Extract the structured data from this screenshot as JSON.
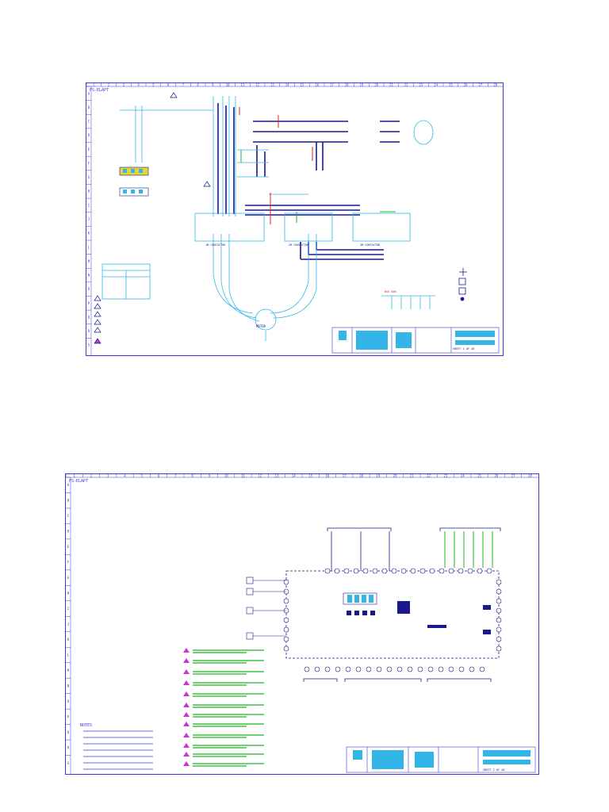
{
  "sheets": [
    {
      "sheet_tag": "FS-ELAPT",
      "col_labels": [
        "1",
        "2",
        "3",
        "4",
        "5",
        "6",
        "7",
        "8",
        "9",
        "10",
        "11",
        "12",
        "13",
        "14",
        "15",
        "16",
        "17",
        "18",
        "19",
        "20",
        "21",
        "22",
        "23",
        "24",
        "25",
        "26",
        "27",
        "28"
      ],
      "row_labels": [
        "A",
        "B",
        "C",
        "D",
        "E",
        "F",
        "G",
        "H",
        "I",
        "J",
        "K",
        "L",
        "M",
        "N",
        "O",
        "P",
        "Q",
        "R",
        "S"
      ],
      "labels": {
        "motor": "MOTOR",
        "contactor_1": "1M CONTACTOR",
        "contactor_2": "2M CONTACTOR",
        "contactor_3": "3M CONTACTOR",
        "bus_bar": "BUS BAR"
      },
      "sheet_text": "SHEET 1 OF 40"
    },
    {
      "sheet_tag": "FS-ELAPT",
      "col_labels": [
        "1",
        "2",
        "3",
        "4",
        "5",
        "6",
        "7",
        "8",
        "9",
        "10",
        "11",
        "12",
        "13",
        "14",
        "15",
        "16",
        "17",
        "18",
        "19",
        "20",
        "21",
        "22",
        "23",
        "24",
        "25",
        "26",
        "27",
        "28"
      ],
      "row_labels": [
        "A",
        "B",
        "C",
        "D",
        "E",
        "F",
        "G",
        "H",
        "I",
        "J",
        "K",
        "L",
        "M",
        "N",
        "O",
        "P",
        "Q",
        "R",
        "S"
      ],
      "labels": {
        "notes": "NOTES"
      },
      "sheet_text": "SHEET 2 OF 40"
    }
  ],
  "colors": {
    "border": "#3a3ad8",
    "cyan": "#33b5e8",
    "navy": "#1a1a8a",
    "red": "#e02020",
    "green": "#22b422",
    "magenta": "#cc33cc",
    "yellow": "#e6d43a"
  }
}
